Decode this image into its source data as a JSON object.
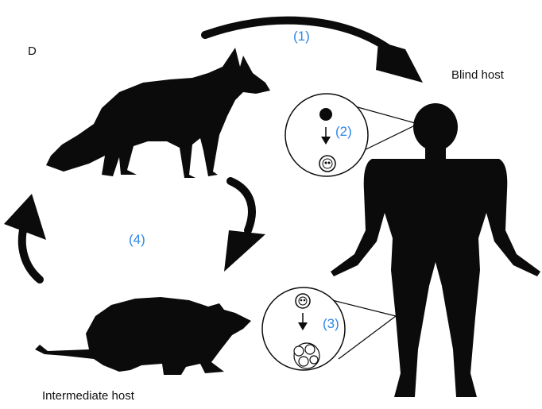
{
  "labels": {
    "definitive_host": "D",
    "blind_host": "Blind host",
    "intermediate_host": "Intermediate host"
  },
  "steps": [
    "(1)",
    "(2)",
    "(3)",
    "(4)"
  ],
  "colors": {
    "silhouette": "#0b0b0b",
    "step_label": "#2f86ea",
    "background": "#ffffff"
  },
  "icons": {
    "definitive_host": "fox-silhouette-icon",
    "blind_host": "human-silhouette-icon",
    "intermediate_host": "rodent-silhouette-icon",
    "egg": "egg-icon",
    "oncosphere": "oncosphere-icon",
    "cyst": "hydatid-cyst-icon"
  }
}
